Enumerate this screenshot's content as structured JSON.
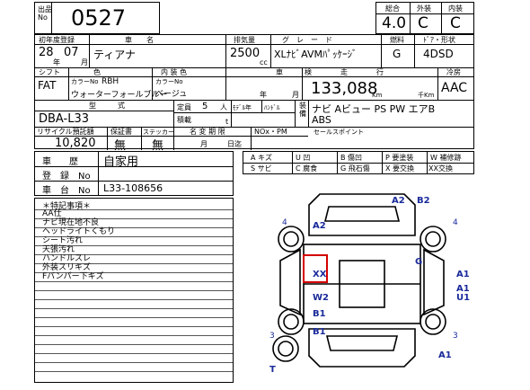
{
  "header": {
    "lot_label": "出品\nNo",
    "lot_number": "0527",
    "score_labels": [
      "総合",
      "外装",
      "内装"
    ],
    "score_values": [
      "4.0",
      "C",
      "C"
    ]
  },
  "row1": {
    "reg_label": "初年度登録",
    "name_label": "車　　名",
    "disp_label": "排気量",
    "grade_label": "グ　レ　ー　ド",
    "fuel_label": "燃料",
    "door_label": "ﾄﾞｱ・形状",
    "year": "28",
    "month": "07",
    "year_unit": "年",
    "month_unit": "月",
    "car_name": "ティアナ",
    "displacement": "2500",
    "cc": "cc",
    "grade": "XLﾅﾋﾞAVMﾊﾟｯｹｰｼﾞ",
    "fuel": "G",
    "door": "4DSD"
  },
  "row2": {
    "shift_label": "シフト",
    "color_label": "色",
    "interior_label": "内 装 色",
    "inspection_label": "車　　　検",
    "mileage_label": "走　　　　行",
    "ac_label": "冷房",
    "shift": "FAT",
    "color_no_label": "カラーNo",
    "color_no": "RBH",
    "color_name": "ウォーターフォールブルー",
    "interior_no_label": "カラーNo",
    "interior_color": "ベージュ",
    "insp_year": "年",
    "insp_month": "月",
    "mileage": "133,088",
    "km": "Km",
    "thousand_km": "千Km",
    "ac": "AAC"
  },
  "row3": {
    "model_label": "型　　　式",
    "capacity_label": "定員",
    "capacity": "5",
    "capacity_unit": "人",
    "handle_model_label": "ﾓﾃﾞﾙ年",
    "handle_label": "ﾊﾝﾄﾞﾙ",
    "eq_label": "装備",
    "model": "DBA-L33",
    "load_label": "積載",
    "load_unit": "t",
    "equipment_line1": "ナビ  Aビュー  PS  PW  エアB",
    "equipment_line2": "ABS"
  },
  "row4": {
    "recycle_label": "リサイクル預託額",
    "warranty_label": "保証書",
    "sticker_label": "ステッカー",
    "name_change_label": "名 変 期 限",
    "nox_label": "NOx・PM",
    "sales_label": "セールスポイント",
    "recycle": "10,820",
    "warranty": "無",
    "sticker": "無",
    "nc_month": "月",
    "nc_day": "日迄"
  },
  "history": {
    "history_label": "車　　歴",
    "history_value": "自家用",
    "reg_no_label": "登　録　No",
    "reg_no_value": "",
    "chassis_label": "車　台　No",
    "chassis_value": "L33-108656"
  },
  "legend": [
    [
      "A",
      "キズ",
      "U",
      "凹",
      "B",
      "傷凹",
      "P",
      "要塗装",
      "W",
      "補修跡"
    ],
    [
      "S",
      "サビ",
      "C",
      "腐食",
      "G",
      "飛石傷",
      "X",
      "要交換",
      "XX",
      "交換"
    ]
  ],
  "notes": {
    "title": "＊特記事項＊",
    "items": [
      "AA仕",
      "ナビ現在地不良",
      "ヘッドライトくもり",
      "シート汚れ",
      "天張汚れ",
      "ハンドルスレ",
      "外装スリキズ",
      "Fバンパー下キズ"
    ]
  },
  "diagram": {
    "marks": [
      "A2",
      "B2",
      "A2",
      "4",
      "4",
      "G",
      "XX",
      "A1",
      "A1",
      "W2",
      "U1",
      "B1",
      "B1",
      "3",
      "3",
      "A1",
      "T"
    ]
  },
  "colors": {
    "ink": "#1a2a9a",
    "highlight": "#d40000"
  }
}
